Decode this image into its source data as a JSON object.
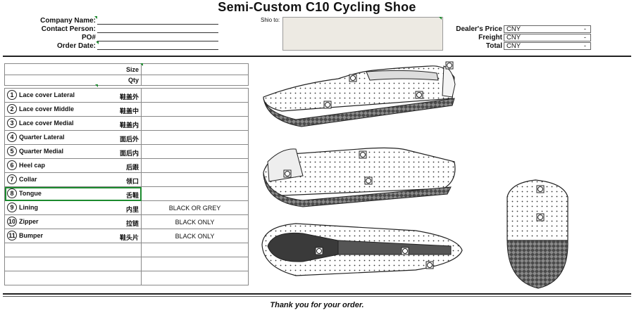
{
  "title": "Semi-Custom C10 Cycling Shoe",
  "header": {
    "company_label": "Company Name:",
    "contact_label": "Contact Person:",
    "po_label": "PO#",
    "date_label": "Order Date:",
    "ship_to_label": "Shio to:"
  },
  "pricing": [
    {
      "label": "Dealer's Price",
      "currency": "CNY",
      "value": "-"
    },
    {
      "label": "Freight",
      "currency": "CNY",
      "value": "-"
    },
    {
      "label": "Total",
      "currency": "CNY",
      "value": "-"
    }
  ],
  "size_qty": {
    "size_label": "Size",
    "qty_label": "Qty"
  },
  "parts": [
    {
      "num": "1",
      "name": "Lace cover Lateral",
      "cn": "鞋盖外",
      "note": ""
    },
    {
      "num": "2",
      "name": "Lace cover Middle",
      "cn": "鞋盖中",
      "note": ""
    },
    {
      "num": "3",
      "name": "Lace cover Medial",
      "cn": "鞋盖内",
      "note": ""
    },
    {
      "num": "4",
      "name": "Quarter Lateral",
      "cn": "面后外",
      "note": ""
    },
    {
      "num": "5",
      "name": "Quarter Medial",
      "cn": "面后内",
      "note": ""
    },
    {
      "num": "6",
      "name": "Heel cap",
      "cn": "后跟",
      "note": ""
    },
    {
      "num": "7",
      "name": "Collar",
      "cn": "领口",
      "note": ""
    },
    {
      "num": "8",
      "name": "Tongue",
      "cn": "舌鞋",
      "note": ""
    },
    {
      "num": "9",
      "name": "Lining",
      "cn": "内里",
      "note": "BLACK OR GREY"
    },
    {
      "num": "10",
      "name": "Zipper",
      "cn": "拉链",
      "note": "BLACK ONLY"
    },
    {
      "num": "11",
      "name": "Bumper",
      "cn": "鞋头片",
      "note": "BLACK ONLY"
    }
  ],
  "diagram_labels": {
    "side_lateral": [
      "7",
      "1",
      "4"
    ],
    "side_medial": [
      "6",
      "3",
      "5"
    ],
    "top": [
      "6",
      "2",
      "8"
    ],
    "back": [
      "7",
      "6"
    ]
  },
  "footer": "Thank you for your order."
}
